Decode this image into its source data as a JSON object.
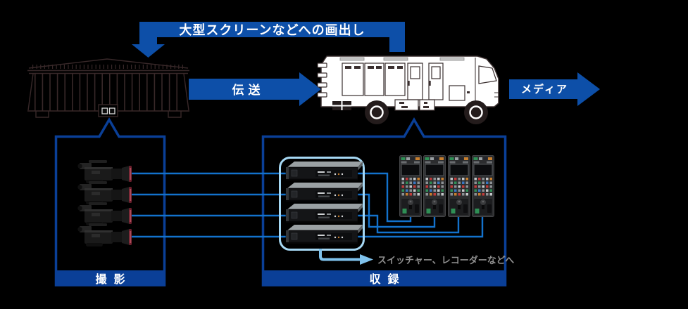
{
  "labels": {
    "screen_output": "大型スクリーンなどへの画出し",
    "transmission": "伝送",
    "media": "メディア",
    "shooting": "撮影",
    "recording": "収録",
    "switcher_note": "スイッチャー、レコーダーなどへ"
  },
  "counts": {
    "cameras": 4,
    "ccu_units": 4,
    "control_panels": 4
  },
  "colors": {
    "background": "#000000",
    "arrow_blue": "#0d4fa8",
    "box_blue": "#0a3f97",
    "connection_line_blue": "#1372cc",
    "light_blue_frame": "#a6d8f4",
    "soft_arrow_blue": "#7fc2ec",
    "note_gray": "#8f8f8f"
  }
}
